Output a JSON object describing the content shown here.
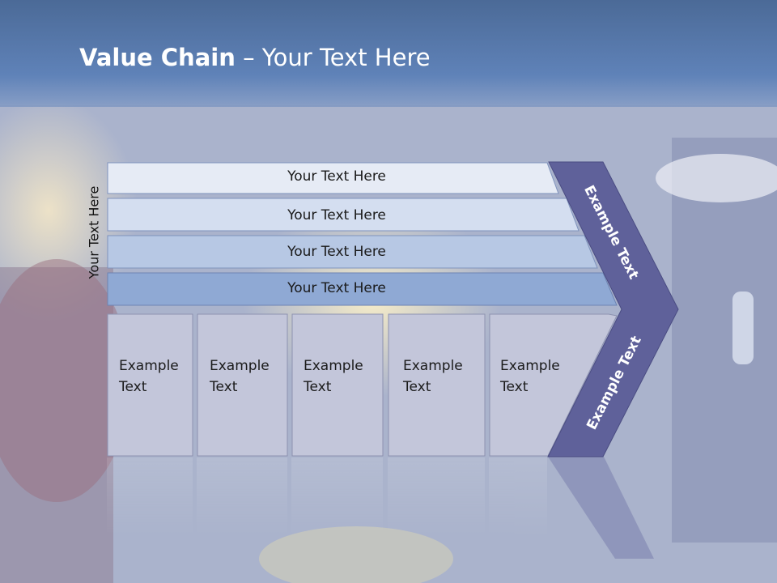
{
  "slide": {
    "title_bold": "Value Chain",
    "title_rest": " – Your Text Here",
    "side_label": "Your Text Here"
  },
  "bars": [
    {
      "label": "Your Text Here"
    },
    {
      "label": "Your Text Here"
    },
    {
      "label": "Your Text Here"
    },
    {
      "label": "Your Text Here"
    }
  ],
  "boxes": [
    {
      "line1": "Example",
      "line2": "Text"
    },
    {
      "line1": "Example",
      "line2": "Text"
    },
    {
      "line1": "Example",
      "line2": "Text"
    },
    {
      "line1": "Example",
      "line2": "Text"
    },
    {
      "line1": "Example",
      "line2": "Text"
    }
  ],
  "chevron": {
    "top_label": "Example Text",
    "bottom_label": "Example Text",
    "color": "#5f619a"
  },
  "colors": {
    "bar_fills": [
      "#e6ebf5",
      "#d4def0",
      "#b7c8e4",
      "#8fa9d4"
    ],
    "box_fill": "#c3c6da"
  }
}
